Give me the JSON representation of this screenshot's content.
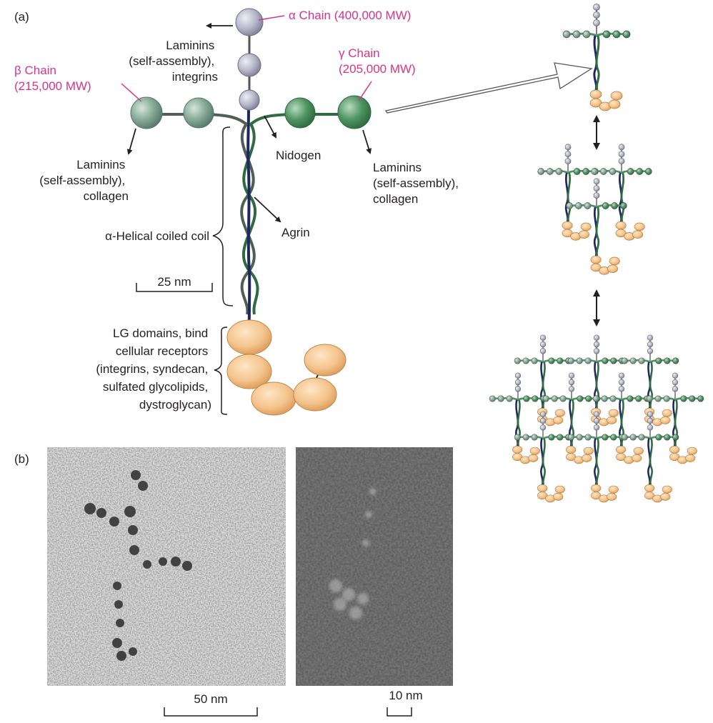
{
  "panels": {
    "a": "(a)",
    "b": "(b)"
  },
  "colors": {
    "alpha_chain": "#b8b9cb",
    "beta_chain": "#86a996",
    "gamma_chain": "#4f9463",
    "lg_domain": "#f5c48c",
    "helix_dark": "#1e2760",
    "highlight": "#d6338a"
  },
  "labels": {
    "alpha_chain": "α Chain (400,000 MW)",
    "beta_chain": [
      "β Chain",
      "(215,000 MW)"
    ],
    "gamma_chain": [
      "γ Chain",
      "(205,000 MW)"
    ],
    "laminins_top": [
      "Laminins",
      "(self-assembly),",
      "integrins"
    ],
    "laminins_left": [
      "Laminins",
      "(self-assembly),",
      "collagen"
    ],
    "laminins_right": [
      "Laminins",
      "(self-assembly),",
      "collagen"
    ],
    "nidogen": "Nidogen",
    "agrin": "Agrin",
    "coiled_coil": "α-Helical coiled coil",
    "lg_domains": [
      "LG domains, bind",
      "cellular receptors",
      "(integrins, syndecan,",
      "sulfated glycolipids,",
      "dystroglycan)"
    ]
  },
  "scale_bars": {
    "diagram": "25 nm",
    "micrograph_left": "50 nm",
    "micrograph_right": "10 nm"
  }
}
